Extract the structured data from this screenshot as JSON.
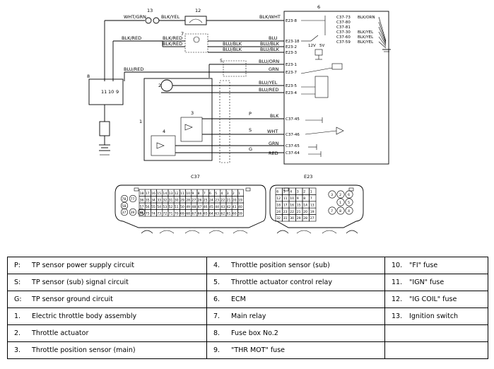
{
  "diagram": {
    "parts": [
      "1",
      "2",
      "3",
      "4",
      "5",
      "6",
      "7",
      "8",
      "9",
      "10",
      "11",
      "12",
      "13"
    ],
    "circuit_letters": [
      "P",
      "S",
      "G"
    ],
    "wires": {
      "wht_grn": "WHT/GRN",
      "blk_yel_top": "BLK/YEL",
      "blk_wht": "BLK/WHT",
      "blk_red_1": "BLK/RED",
      "blk_red_2": "BLK/RED",
      "blk_red_3": "BLK/RED",
      "blu_blk_1": "BLU/BLK",
      "blu_blk_2": "BLU/BLK",
      "blu_blk_3": "BLU/BLK",
      "blu_blk_4": "BLU/BLK",
      "blu": "BLU",
      "blu_red": "BLU/RED",
      "blu_orn": "BLU/ORN",
      "grn_1": "GRN",
      "blu_yel": "BLU/YEL",
      "blu_red_2": "BLU/RED",
      "blk": "BLK",
      "wht": "WHT",
      "grn_2": "GRN",
      "red": "RED",
      "blk_orn": "BLK/ORN",
      "blk_yel_1": "BLK/YEL",
      "blk_yel_2": "BLK/YEL",
      "blk_yel_3": "BLK/YEL"
    },
    "ecm_pins": {
      "e23_8": "E23-8",
      "e23_18": "E23-18",
      "e23_2": "E23-2",
      "e23_3": "E23-3",
      "e23_1": "E23-1",
      "e23_7": "E23-7",
      "e23_5": "E23-5",
      "e23_4": "E23-4",
      "c37_45": "C37-45",
      "c37_46": "C37-46",
      "c37_65": "C37-65",
      "c37_64": "C37-64",
      "c37_73": "C37-73",
      "c37_80": "C37-80",
      "c37_81": "C37-81",
      "c37_30": "C37-30",
      "c37_60": "C37-60",
      "c37_59": "C37-59"
    },
    "voltage_12v": "12V",
    "voltage_5v": "5V",
    "connector_c37_title": "C37",
    "connector_e23_title": "E23",
    "c37_rows": [
      [
        "18",
        "17",
        "16",
        "15",
        "14",
        "13",
        "12",
        "11",
        "10",
        "9",
        "8",
        "7",
        "6",
        "5",
        "4",
        "3",
        "2",
        "1"
      ],
      [
        "36",
        "35",
        "34",
        "33",
        "32",
        "31",
        "30",
        "29",
        "28",
        "27",
        "26",
        "25",
        "24",
        "23",
        "22",
        "21",
        "20",
        "19"
      ],
      [
        "57",
        "56",
        "55",
        "54",
        "53",
        "52",
        "51",
        "50",
        "49",
        "48",
        "47",
        "46",
        "45",
        "44",
        "43",
        "42",
        "41",
        "40"
      ],
      [
        "76",
        "75",
        "74",
        "73",
        "72",
        "71",
        "70",
        "69",
        "68",
        "67",
        "66",
        "65",
        "64",
        "63",
        "62",
        "61",
        "60",
        "59"
      ]
    ],
    "c37_side": [
      "78",
      "77",
      "58",
      "37",
      "39",
      "38"
    ],
    "e23_rows": [
      [
        "6",
        "5",
        "4",
        "3",
        "2",
        "1"
      ],
      [
        "12",
        "11",
        "10",
        "9",
        "8",
        "7"
      ],
      [
        "18",
        "17",
        "16",
        "15",
        "14",
        "13"
      ],
      [
        "24",
        "23",
        "22",
        "21",
        "20",
        "19"
      ],
      [
        "32",
        "31",
        "30",
        "29",
        "28",
        "27"
      ]
    ],
    "e23_round": [
      "3",
      "2",
      "6",
      "1",
      "5",
      "7",
      "8",
      "4"
    ]
  },
  "legend": {
    "rows": [
      [
        {
          "k": "P:",
          "v": "TP sensor power supply circuit"
        },
        {
          "k": "4.",
          "v": "Throttle position sensor (sub)"
        },
        {
          "k": "10.",
          "v": "\"FI\" fuse"
        }
      ],
      [
        {
          "k": "S:",
          "v": "TP sensor (sub) signal circuit"
        },
        {
          "k": "5.",
          "v": "Throttle actuator control relay"
        },
        {
          "k": "11.",
          "v": "\"IGN\" fuse"
        }
      ],
      [
        {
          "k": "G:",
          "v": "TP sensor ground circuit"
        },
        {
          "k": "6.",
          "v": "ECM"
        },
        {
          "k": "12.",
          "v": "\"IG COIL\" fuse"
        }
      ],
      [
        {
          "k": "1.",
          "v": "Electric throttle body assembly"
        },
        {
          "k": "7.",
          "v": "Main relay"
        },
        {
          "k": "13.",
          "v": "Ignition switch"
        }
      ],
      [
        {
          "k": "2.",
          "v": "Throttle actuator"
        },
        {
          "k": "8.",
          "v": "Fuse box No.2"
        },
        {
          "k": "",
          "v": ""
        }
      ],
      [
        {
          "k": "3.",
          "v": "Throttle position sensor (main)"
        },
        {
          "k": "9.",
          "v": "\"THR MOT\" fuse"
        },
        {
          "k": "",
          "v": ""
        }
      ]
    ]
  }
}
